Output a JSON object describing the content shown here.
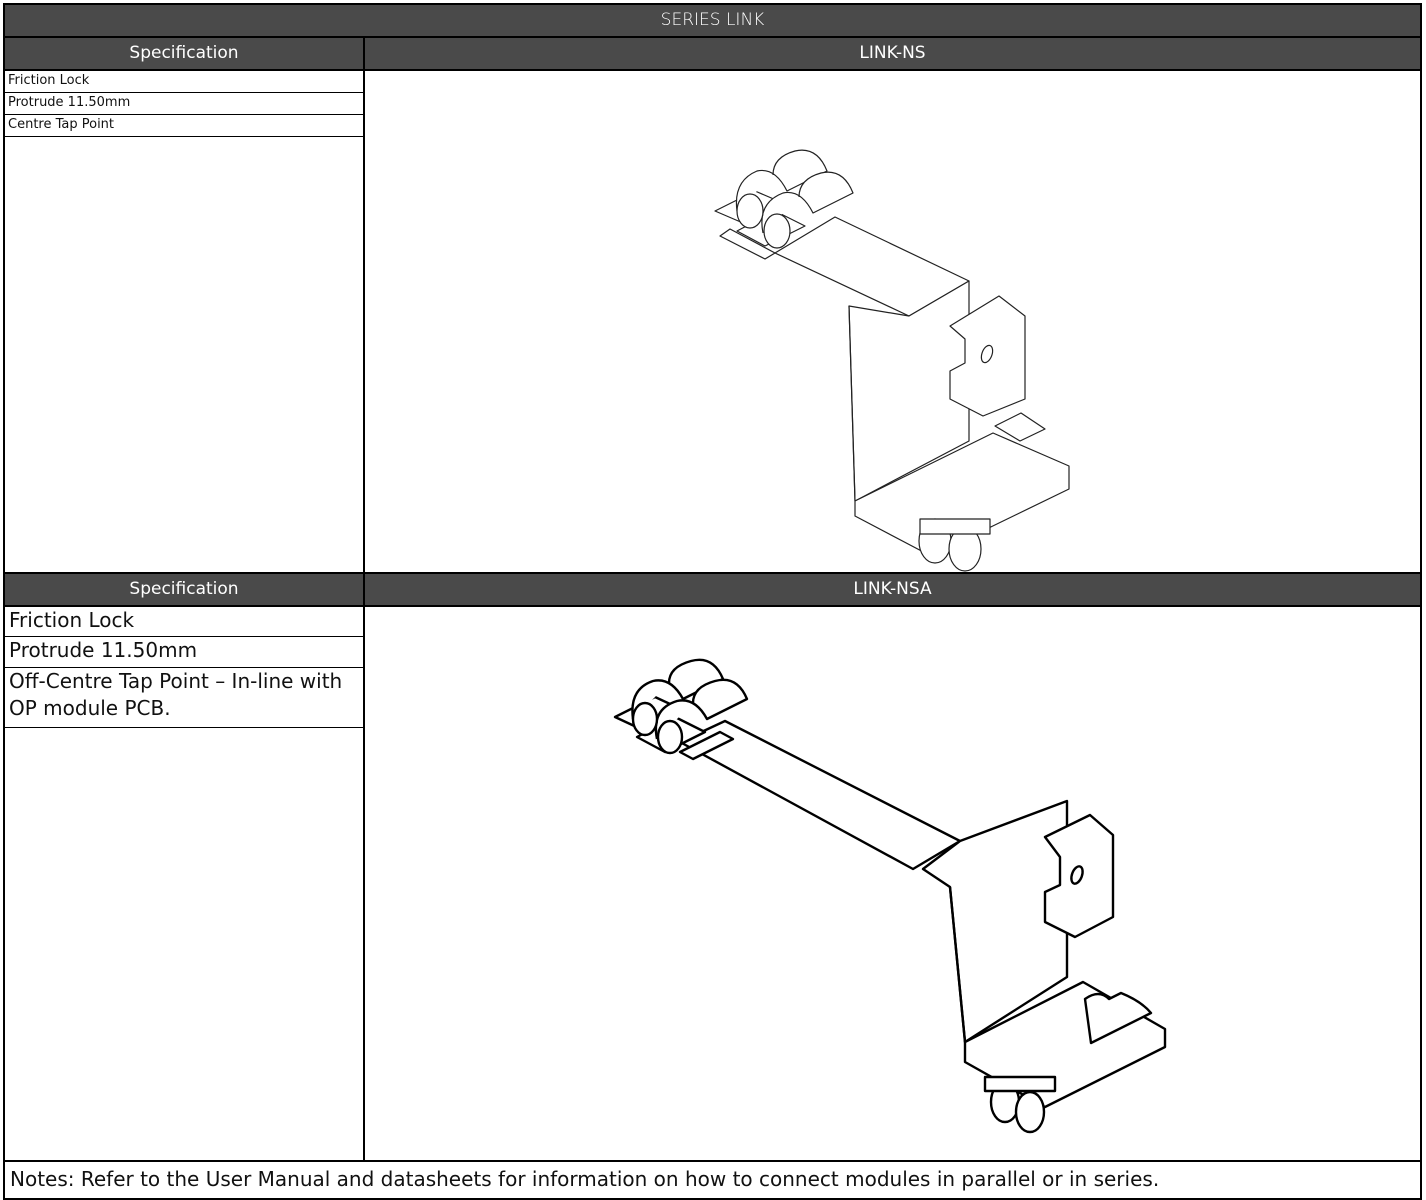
{
  "title": "SERIES LINK",
  "sections": [
    {
      "spec_header": "Specification",
      "model": "LINK-NS",
      "specs": [
        "Friction Lock",
        "Protrude 11.50mm",
        "Centre Tap Point"
      ]
    },
    {
      "spec_header": "Specification",
      "model": "LINK-NSA",
      "specs": [
        "Friction Lock",
        "Protrude 11.50mm",
        "Off-Centre Tap Point – In-line with OP module PCB."
      ]
    }
  ],
  "notes": "Notes: Refer to the User Manual and datasheets for information on how to connect modules in parallel or in series."
}
